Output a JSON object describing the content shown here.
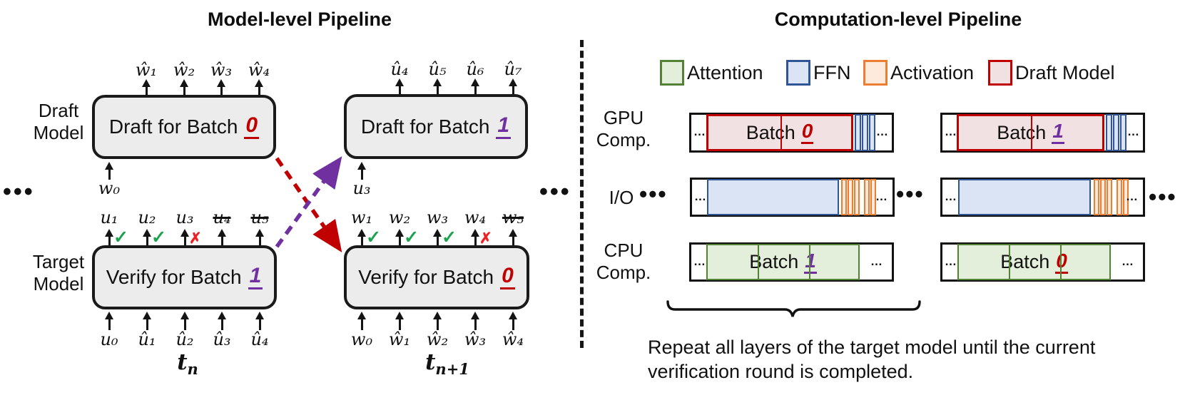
{
  "colors": {
    "accent_red": "#c00000",
    "accent_purple": "#7030a0",
    "check_green": "#1ca24d",
    "cross_red": "#ee2222",
    "attention_border": "#538135",
    "attention_fill": "#e3efda",
    "ffn_border": "#2f5597",
    "ffn_fill": "#dbe4f4",
    "activation_border": "#ed7d31",
    "activation_fill": "#fdeadd",
    "draftmodel_border": "#c00000",
    "draftmodel_fill": "#f2e1e3",
    "box_fill": "#ececec"
  },
  "left": {
    "title": "Model-level Pipeline",
    "dots": "•••",
    "check": "✓",
    "cross": "✗",
    "draft_label": {
      "line1": "Draft",
      "line2": "Model"
    },
    "target_label": {
      "line1": "Target",
      "line2": "Model"
    },
    "boxes": {
      "d0": {
        "prefix": "Draft for Batch",
        "num": "0"
      },
      "d1": {
        "prefix": "Draft for Batch",
        "num": "1"
      },
      "v1": {
        "prefix": "Verify for Batch",
        "num": "1"
      },
      "v0": {
        "prefix": "Verify for Batch",
        "num": "0"
      }
    },
    "d0": {
      "outputs": [
        "ŵ₁",
        "ŵ₂",
        "ŵ₃",
        "ŵ₄"
      ],
      "input": "w₀"
    },
    "d1": {
      "outputs": [
        "û₄",
        "û₅",
        "û₆",
        "û₇"
      ],
      "input": "u₃"
    },
    "v1": {
      "outputs": [
        "u₁",
        "u₂",
        "u₃",
        "u₄",
        "u₅"
      ],
      "inputs": [
        "u₀",
        "û₁",
        "û₂",
        "û₃",
        "û₄"
      ]
    },
    "v0": {
      "outputs": [
        "w₁",
        "w₂",
        "w₃",
        "w₄",
        "w₅"
      ],
      "inputs": [
        "w₀",
        "ŵ₁",
        "ŵ₂",
        "ŵ₃",
        "ŵ₄"
      ]
    },
    "t1": {
      "base": "t",
      "sub": "n"
    },
    "t2": {
      "base": "t",
      "sub": "n+1"
    }
  },
  "right": {
    "title": "Computation-level Pipeline",
    "legend": [
      {
        "label": "Attention"
      },
      {
        "label": "FFN"
      },
      {
        "label": "Activation"
      },
      {
        "label": "Draft Model"
      }
    ],
    "rows": {
      "gpu": {
        "line1": "GPU",
        "line2": "Comp."
      },
      "io": {
        "line1": "I/O"
      },
      "cpu": {
        "line1": "CPU",
        "line2": "Comp."
      }
    },
    "bars": {
      "gpu1": {
        "prefix": "Batch",
        "num": "0"
      },
      "gpu2": {
        "prefix": "Batch",
        "num": "1"
      },
      "cpu1": {
        "prefix": "Batch",
        "num": "1"
      },
      "cpu2": {
        "prefix": "Batch",
        "num": "0"
      }
    },
    "ellipsis": "…",
    "dots": "•••",
    "caption": {
      "line1": "Repeat all layers of the target model until the current",
      "line2": "verification round is completed."
    }
  }
}
